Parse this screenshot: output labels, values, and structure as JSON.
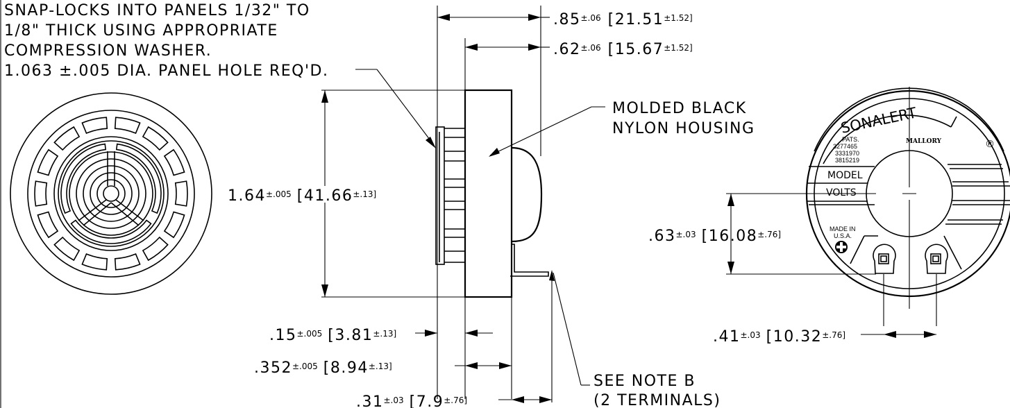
{
  "notes": {
    "mount_line1": "SNAP-LOCKS INTO PANELS 1/32\" TO",
    "mount_line2": "1/8\" THICK USING APPROPRIATE",
    "mount_line3": "COMPRESSION WASHER.",
    "mount_line4": "1.063 ±.005 DIA. PANEL HOLE REQ'D.",
    "housing_line1": "MOLDED BLACK",
    "housing_line2": "NYLON HOUSING",
    "terminal_line1": "SEE NOTE B",
    "terminal_line2": "(2 TERMINALS)"
  },
  "dimensions": {
    "overall_length": {
      "nominal": ".85",
      "tol": "±.06",
      "metric": "[21.51",
      "metric_tol": "±1.52]"
    },
    "body_length": {
      "nominal": ".62",
      "tol": "±.06",
      "metric": "[15.67",
      "metric_tol": "±1.52]"
    },
    "diameter": {
      "nominal": "1.64",
      "tol": "±.005",
      "metric": "[41.66",
      "metric_tol": "±.13]"
    },
    "flange": {
      "nominal": ".15",
      "tol": "±.005",
      "metric": "[3.81",
      "metric_tol": "±.13]"
    },
    "face_to_terminal": {
      "nominal": ".352",
      "tol": "±.005",
      "metric": "[8.94",
      "metric_tol": "±.13]"
    },
    "terminal_length": {
      "nominal": ".31",
      "tol": "±.03",
      "metric": "[7.9",
      "metric_tol": "±.76]"
    },
    "terminal_height": {
      "nominal": ".63",
      "tol": "±.03",
      "metric": "[16.08",
      "metric_tol": "±.76]"
    },
    "terminal_spacing": {
      "nominal": ".41",
      "tol": "±.03",
      "metric": "[10.32",
      "metric_tol": "±.76]"
    }
  },
  "label_plate": {
    "brand": "SONALERT",
    "registered": "®",
    "maker": "MALLORY",
    "pats_title": "PATS.",
    "pat1": "3277465",
    "pat2": "3331970",
    "pat3": "3815219",
    "model": "MODEL",
    "volts": "VOLTS",
    "made_in": "MADE IN",
    "usa": "U.S.A."
  }
}
